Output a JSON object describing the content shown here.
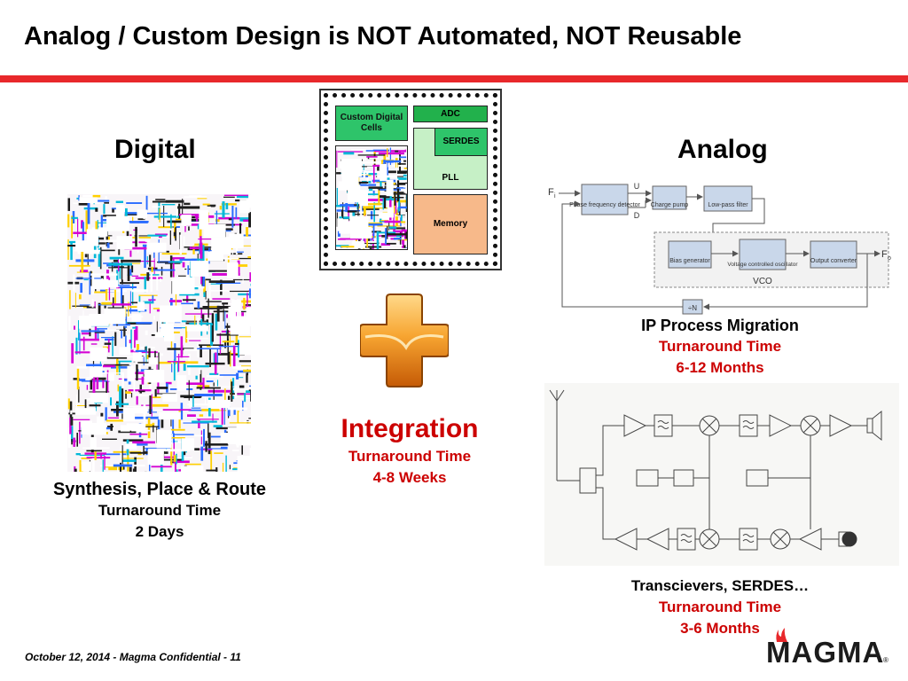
{
  "title": "Analog / Custom Design is NOT Automated, NOT Reusable",
  "digital": {
    "heading": "Digital",
    "caption_main": "Synthesis, Place & Route",
    "caption_label": "Turnaround Time",
    "caption_value": "2 Days"
  },
  "chip": {
    "custom_cells": "Custom Digital Cells",
    "adc": "ADC",
    "serdes": "SERDES",
    "pll": "PLL",
    "memory": "Memory"
  },
  "integration": {
    "heading": "Integration",
    "label": "Turnaround Time",
    "value": "4-8 Weeks"
  },
  "analog": {
    "heading": "Analog",
    "caption_main": "IP Process Migration",
    "caption_label": "Turnaround Time",
    "caption_value": "6-12 Months"
  },
  "pll_diagram": {
    "input": "F",
    "input_sub": "i",
    "pfd": "Phase frequency detector",
    "up": "U",
    "down": "D",
    "charge_pump": "Charge pump",
    "lpf": "Low-pass filter",
    "bias": "Bias generator",
    "vco_block": "Voltage controlled oscillator",
    "output_conv": "Output converter",
    "output": "F",
    "output_sub": "o",
    "vco_label": "VCO",
    "divider": "÷N"
  },
  "transceiver": {
    "caption_main": "Transcievers, SERDES…",
    "caption_label": "Turnaround Time",
    "caption_value": "3-6 Months"
  },
  "footer": "October 12, 2014 - Magma Confidential - 11",
  "logo": "MAGMA",
  "colors": {
    "accent": "#e8282b",
    "highlight": "#cc0000",
    "chip_green": "#22b14c",
    "memory": "#f7b98a"
  }
}
